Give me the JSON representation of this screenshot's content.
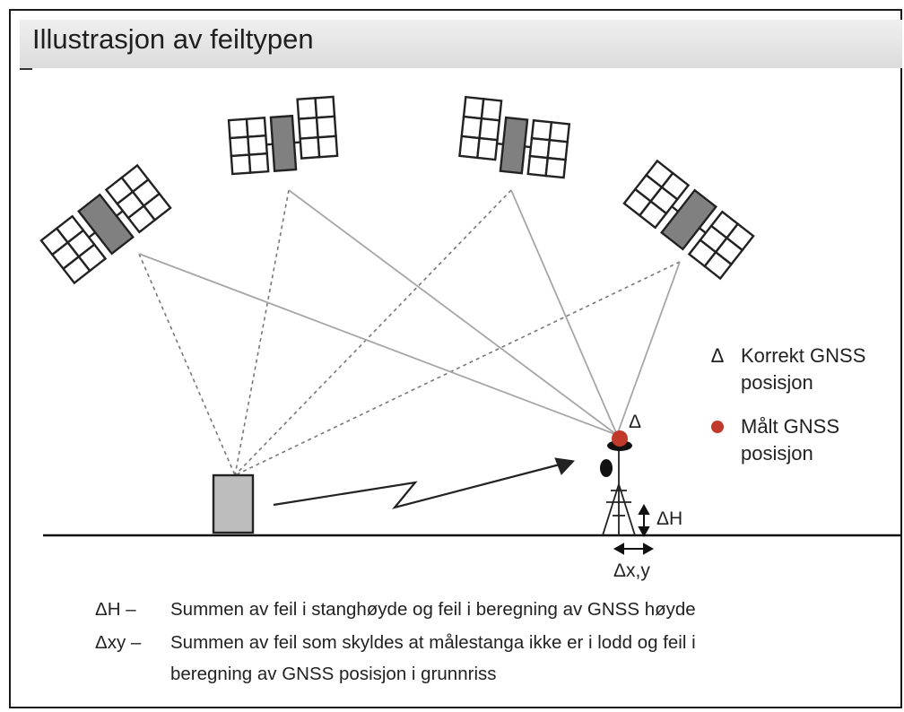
{
  "title": "Illustrasjon av feiltypen",
  "legend": {
    "triangle_symbol": "Δ",
    "correct_line1": "Korrekt GNSS",
    "correct_line2": "posisjon",
    "measured_line1": "Målt GNSS",
    "measured_line2": "posisjon"
  },
  "labels": {
    "triangle_marker": "Δ",
    "delta_h": "ΔH",
    "delta_xy": "Δx,y"
  },
  "notes": {
    "dh_key": "ΔH –",
    "dh_text": "Summen av feil i stanghøyde og feil i beregning av GNSS høyde",
    "dxy_key": "Δxy –",
    "dxy_text_line1": "Summen av feil som skyldes at målestanga ikke er i lodd og feil i",
    "dxy_text_line2": "beregning av GNSS posisjon i grunnriss"
  },
  "colors": {
    "measured_point": "#c0392b",
    "panel_body": "#808080",
    "base_station": "#bdbdbd",
    "signal_dashed": "#777777",
    "signal_solid": "#a0a0a0"
  }
}
